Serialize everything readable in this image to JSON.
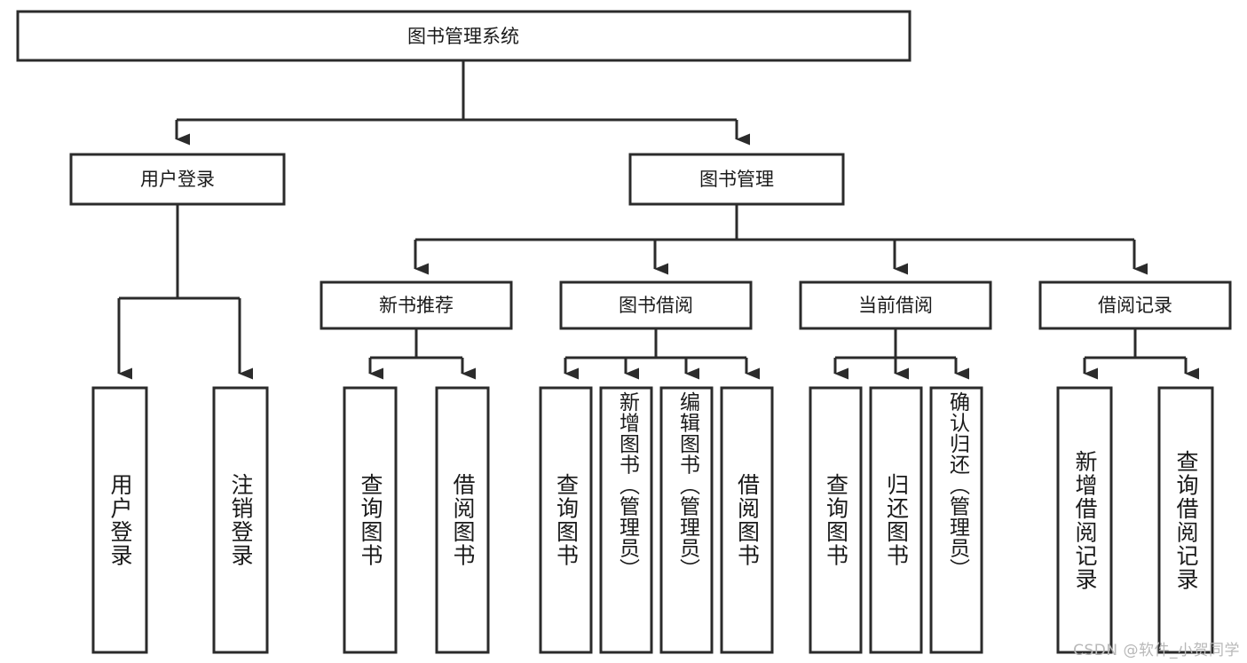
{
  "diagram": {
    "type": "tree-hierarchy",
    "orientation": "top-down",
    "colors": {
      "background": "#ffffff",
      "box_fill": "#ffffff",
      "stroke": "#2b2b2b",
      "text": "#1a1a1a",
      "watermark": "#b8b8b8"
    },
    "root": {
      "label": "图书管理系统"
    },
    "level2": {
      "user_login": {
        "label": "用户登录"
      },
      "book_manage": {
        "label": "图书管理"
      }
    },
    "level3": {
      "new_book_recommend": {
        "label": "新书推荐"
      },
      "book_borrow": {
        "label": "图书借阅"
      },
      "current_borrow": {
        "label": "当前借阅"
      },
      "borrow_record": {
        "label": "借阅记录"
      }
    },
    "leaves": {
      "user_login": [
        {
          "label": "用户登录"
        },
        {
          "label": "注销登录"
        }
      ],
      "new_book_recommend": [
        {
          "label": "查询图书"
        },
        {
          "label": "借阅图书"
        }
      ],
      "book_borrow": [
        {
          "label": "查询图书"
        },
        {
          "label": "新增图书（管理员）"
        },
        {
          "label": "编辑图书（管理员）"
        },
        {
          "label": "借阅图书"
        }
      ],
      "current_borrow": [
        {
          "label": "查询图书"
        },
        {
          "label": "归还图书"
        },
        {
          "label": "确认归还（管理员）"
        }
      ],
      "borrow_record": [
        {
          "label": "新增借阅记录"
        },
        {
          "label": "查询借阅记录"
        }
      ]
    }
  },
  "watermark": {
    "text": "CSDN @软件_小贺同学"
  }
}
